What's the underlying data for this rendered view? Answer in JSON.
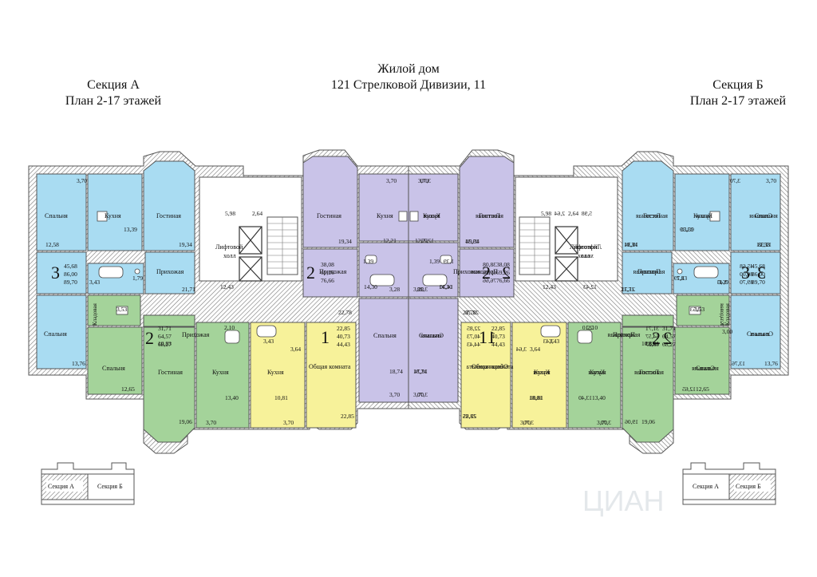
{
  "title": {
    "line1": "Жилой дом",
    "line2": "121 Стрелковой Дивизии, 11"
  },
  "section_a": {
    "title": "Секция А",
    "subtitle": "План 2-17 этажей"
  },
  "section_b": {
    "title": "Секция Б",
    "subtitle": "План 2-17 этажей"
  },
  "colors": {
    "blue": "#a9dcf2",
    "purple": "#c9c3e8",
    "green": "#a4d39a",
    "yellow": "#f7f29a",
    "wall": "#555555",
    "hatch": "#777777"
  },
  "apartments": {
    "a3": {
      "rooms": "3",
      "areas": [
        "45,68",
        "86,00",
        "89,70"
      ]
    },
    "a2_green": {
      "rooms": "2",
      "areas": [
        "31,71",
        "64,57",
        "68,27"
      ]
    },
    "a1": {
      "rooms": "1",
      "areas": [
        "22,85",
        "40,73",
        "44,43"
      ]
    },
    "a2_purple": {
      "rooms": "2",
      "areas": [
        "38,08",
        "69,26",
        "76,66"
      ]
    }
  },
  "rooms": {
    "bedroom": "Спальня",
    "kitchen": "Кухня",
    "living": "Гостиная",
    "hall": "Прихожая",
    "lift_hall_1": "Лифтовой",
    "lift_hall_2": "холл",
    "common_room": "Общая комната",
    "storage": "Кладовая"
  },
  "dims": {
    "d370": "3,70",
    "d1258": "12,58",
    "d1339": "13,39",
    "d1934": "19,34",
    "d2171": "21,71",
    "d343": "3,43",
    "d179": "1,79",
    "d183": "1,83",
    "d339": "3,39",
    "d1376": "13,76",
    "d353": "3,53",
    "d300": "3,00",
    "d1083": "10,83",
    "d210": "2,10",
    "d1265": "12,65",
    "d1906": "19,06",
    "d1340": "13,40",
    "d364": "3,64",
    "d1081": "10,81",
    "d2285": "22,85",
    "d598": "5,98",
    "d264": "2,64",
    "d1243": "12,43",
    "d2278": "22,78",
    "d1221": "12,21",
    "d139": "1,39",
    "d1430": "14,30",
    "d328": "3,28",
    "d1874": "18,74"
  },
  "keyplan": {
    "section_a_label": "Секция А",
    "section_b_label": "Секция Б"
  },
  "watermark": "ЦИАН"
}
